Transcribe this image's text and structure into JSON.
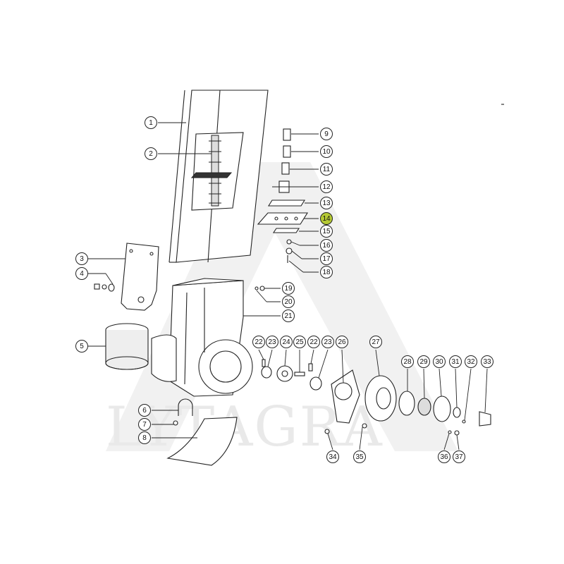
{
  "watermark": {
    "text": "LYTAGRA"
  },
  "colors": {
    "line": "#222222",
    "fill": "#ffffff",
    "watermark": "#ececec",
    "highlight": "#b5c934"
  },
  "highlighted_part": "14",
  "callouts": [
    {
      "id": "1",
      "label": "1"
    },
    {
      "id": "2",
      "label": "2"
    },
    {
      "id": "3",
      "label": "3"
    },
    {
      "id": "4",
      "label": "4"
    },
    {
      "id": "5",
      "label": "5"
    },
    {
      "id": "6",
      "label": "6"
    },
    {
      "id": "7",
      "label": "7"
    },
    {
      "id": "8",
      "label": "8"
    },
    {
      "id": "9",
      "label": "9"
    },
    {
      "id": "10",
      "label": "10"
    },
    {
      "id": "11",
      "label": "11"
    },
    {
      "id": "12",
      "label": "12"
    },
    {
      "id": "13",
      "label": "13"
    },
    {
      "id": "14",
      "label": "14"
    },
    {
      "id": "15",
      "label": "15"
    },
    {
      "id": "16",
      "label": "16"
    },
    {
      "id": "17",
      "label": "17"
    },
    {
      "id": "18",
      "label": "18"
    },
    {
      "id": "19",
      "label": "19"
    },
    {
      "id": "20",
      "label": "20"
    },
    {
      "id": "21",
      "label": "21"
    },
    {
      "id": "22a",
      "label": "22"
    },
    {
      "id": "23a",
      "label": "23"
    },
    {
      "id": "24",
      "label": "24"
    },
    {
      "id": "25",
      "label": "25"
    },
    {
      "id": "22b",
      "label": "22"
    },
    {
      "id": "23b",
      "label": "23"
    },
    {
      "id": "26",
      "label": "26"
    },
    {
      "id": "27",
      "label": "27"
    },
    {
      "id": "28",
      "label": "28"
    },
    {
      "id": "29",
      "label": "29"
    },
    {
      "id": "30",
      "label": "30"
    },
    {
      "id": "31",
      "label": "31"
    },
    {
      "id": "32",
      "label": "32"
    },
    {
      "id": "33",
      "label": "33"
    },
    {
      "id": "34",
      "label": "34"
    },
    {
      "id": "35",
      "label": "35"
    },
    {
      "id": "36",
      "label": "36"
    },
    {
      "id": "37",
      "label": "37"
    }
  ]
}
